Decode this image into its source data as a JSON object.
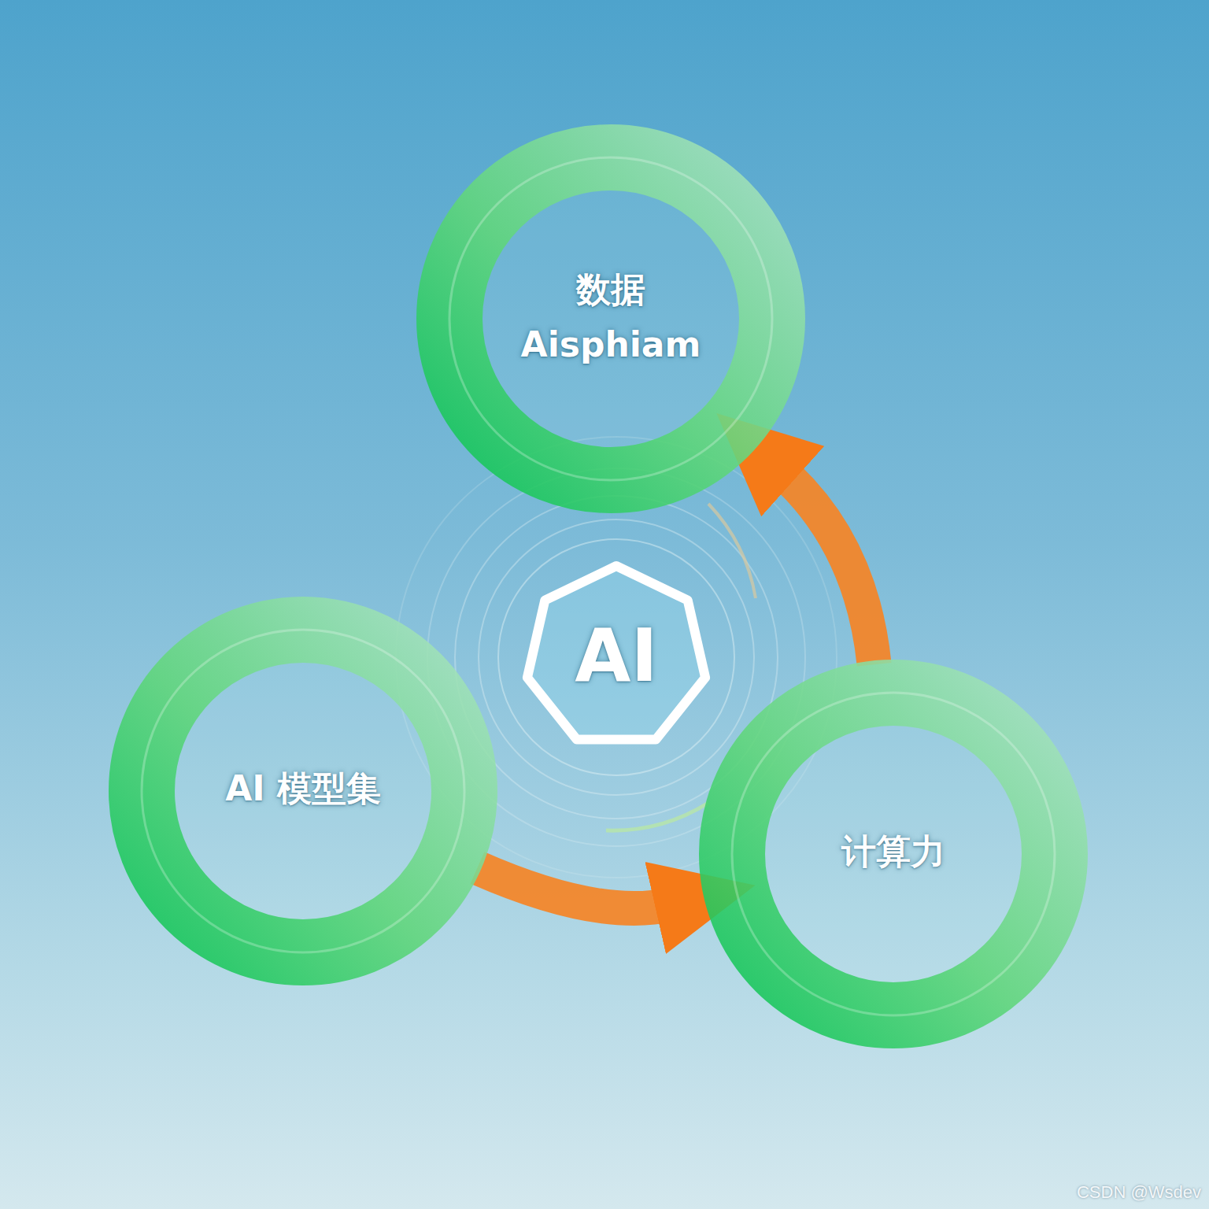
{
  "diagram": {
    "nodes": [
      {
        "text": [
          "数据",
          "Aisphiam"
        ]
      },
      {
        "text": [
          "AI"
        ]
      },
      {
        "text": [
          "AI 模型集"
        ]
      },
      {
        "text": [
          "计算力"
        ]
      }
    ],
    "edges": [
      {
        "from": 2,
        "to": 3,
        "arrow": "to"
      },
      {
        "from": 3,
        "to": 0,
        "arrow": "to"
      }
    ],
    "labels": [
      "CSDN @Wsdev"
    ]
  }
}
